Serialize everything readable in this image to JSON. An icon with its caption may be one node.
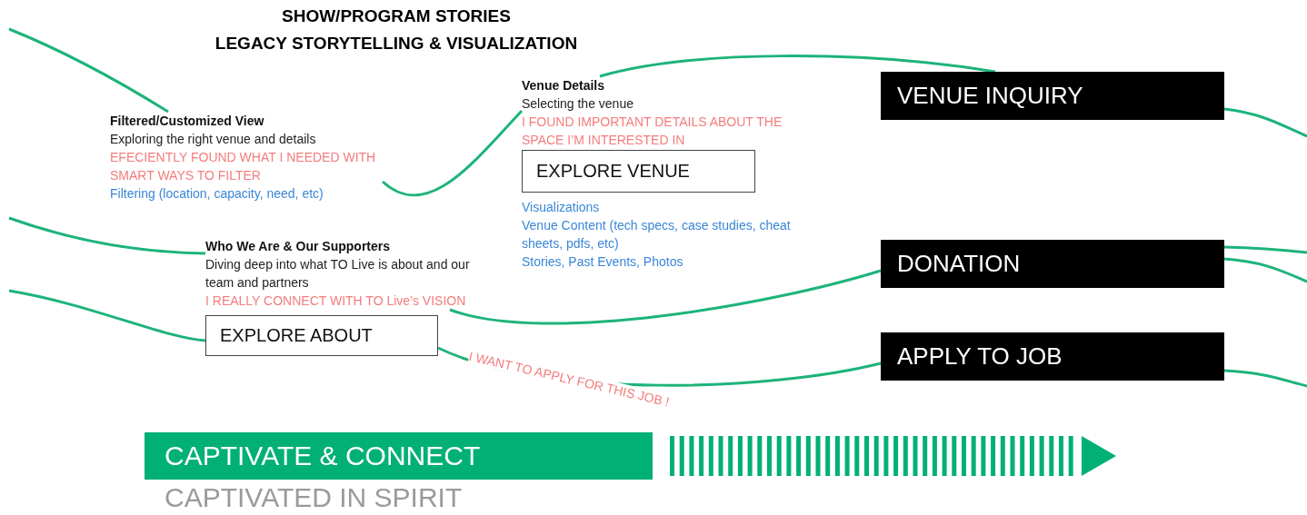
{
  "diagram": {
    "title": "SHOW/PROGRAM STORIES",
    "nodes": [
      {
        "text": [
          "Filtered/Customized View",
          "Exploring the right venue and details",
          "EFECIENTLY FOUND WHAT I NEEDED WITH SMART WAYS TO FILTER",
          "Filtering (location, capacity, need, etc)"
        ]
      },
      {
        "text": [
          "Venue Details",
          "Selecting the venue",
          "I FOUND IMPORTANT DETAILS ABOUT THE SPACE I’M INTERESTED IN"
        ]
      },
      {
        "text": [
          "EXPLORE VENUE"
        ],
        "beside": [
          "Visualizations",
          "Venue Content (tech specs, case studies, cheat sheets, pdfs, etc)",
          "Stories, Past Events, Photos"
        ]
      },
      {
        "text": [
          "VENUE INQUIRY"
        ]
      },
      {
        "text": [
          "Who We Are & Our Supporters",
          "Diving deep into what TO Live is about and our team and partners",
          "I REALLY CONNECT WITH TO Live’s VISION"
        ]
      },
      {
        "text": [
          "EXPLORE ABOUT"
        ]
      },
      {
        "text": [
          "DONATION"
        ]
      },
      {
        "text": [
          "APPLY TO JOB"
        ]
      },
      {
        "text": [
          "CAPTIVATE & CONNECT"
        ]
      }
    ],
    "edges": [
      {
        "from": null,
        "to": 0,
        "arrow": "none"
      },
      {
        "from": 0,
        "to": 1,
        "arrow": "none"
      },
      {
        "from": 1,
        "to": 3,
        "arrow": "none"
      },
      {
        "from": 3,
        "to": null,
        "arrow": "none"
      },
      {
        "from": null,
        "to": 4,
        "arrow": "none"
      },
      {
        "from": 4,
        "to": 6,
        "arrow": "none"
      },
      {
        "from": null,
        "to": 5,
        "arrow": "none"
      },
      {
        "from": 5,
        "to": 7,
        "arrow": "none",
        "label": "I WANT TO APPLY FOR THIS JOB !"
      },
      {
        "from": 6,
        "to": null,
        "arrow": "none"
      },
      {
        "from": 6,
        "to": null,
        "arrow": "none"
      },
      {
        "from": 7,
        "to": null,
        "arrow": "none"
      }
    ],
    "labels": [
      "LEGACY STORYTELLING & VISUALIZATION",
      "CAPTIVATED IN SPIRIT"
    ]
  }
}
